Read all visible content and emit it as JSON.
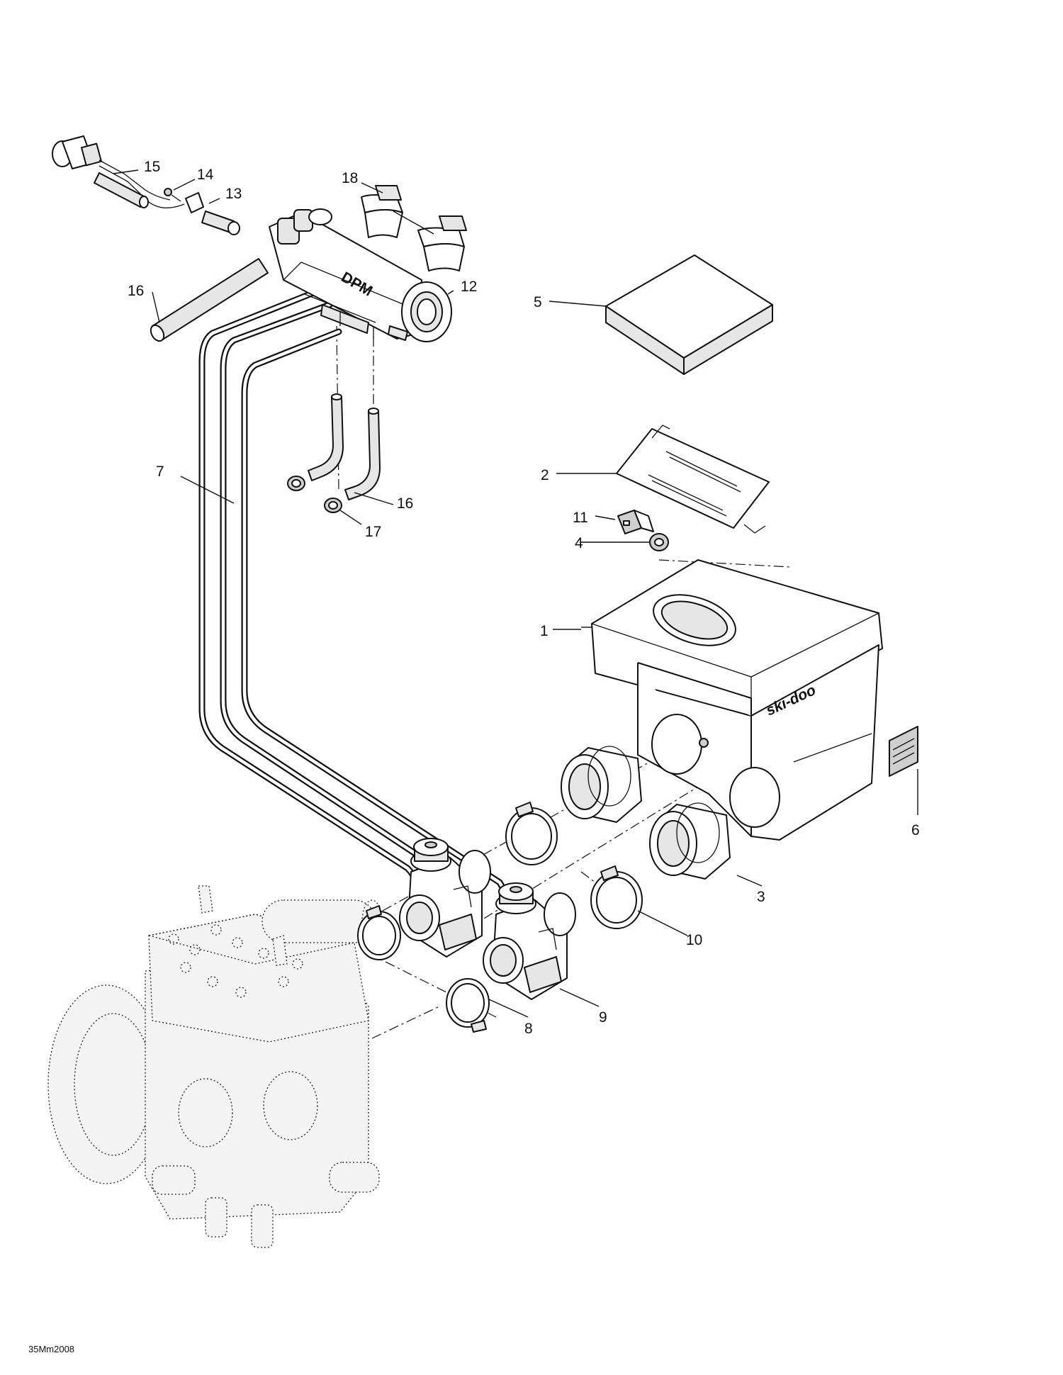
{
  "diagram_code": "35Mm2008",
  "manifold_text": "DPM",
  "airbox_logo_text": "ski-doo",
  "callouts": [
    {
      "id": "1",
      "part": "airbox"
    },
    {
      "id": "2",
      "part": "cover-plate"
    },
    {
      "id": "3",
      "part": "carburetor-adaptor"
    },
    {
      "id": "4",
      "part": "grommet"
    },
    {
      "id": "5",
      "part": "foam-filter"
    },
    {
      "id": "6",
      "part": "decal"
    },
    {
      "id": "7",
      "part": "hose"
    },
    {
      "id": "8",
      "part": "clamp"
    },
    {
      "id": "9",
      "part": "carburetor"
    },
    {
      "id": "10",
      "part": "clamp"
    },
    {
      "id": "11",
      "part": "connector"
    },
    {
      "id": "12",
      "part": "dpm-manifold"
    },
    {
      "id": "13",
      "part": "bracket"
    },
    {
      "id": "14",
      "part": "screw"
    },
    {
      "id": "15",
      "part": "sensor-harness"
    },
    {
      "id": "16",
      "part": "hose"
    },
    {
      "id": "17",
      "part": "hose-clip"
    },
    {
      "id": "18",
      "part": "mounting-clip"
    }
  ]
}
